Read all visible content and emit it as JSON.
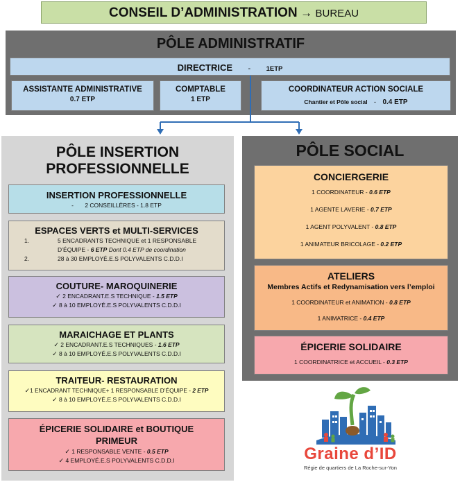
{
  "conseil": {
    "title": "CONSEIL D’ADMINISTRATION",
    "arrow": "→",
    "bureau": "BUREAU"
  },
  "admin": {
    "title": "PÔLE ADMINISTRATIF",
    "directrice": {
      "label": "DIRECTRICE",
      "dash": "-",
      "etp": "1ETP"
    },
    "assistante": {
      "label": "ASSISTANTE ADMINISTRATIVE",
      "etp": "0.7 ETP"
    },
    "comptable": {
      "label": "COMPTABLE",
      "etp": "1 ETP"
    },
    "coordinateur": {
      "label": "COORDINATEUR ACTION SOCIALE",
      "sub": "Chantier et Pôle social",
      "dash": "-",
      "etp": "0.4 ETP"
    }
  },
  "insertion": {
    "title_line1": "PÔLE INSERTION",
    "title_line2": "PROFESSIONNELLE",
    "ip": {
      "title": "INSERTION PROFESSIONNELLE",
      "dash": "-",
      "text": "2 CONSEILLÈRES - 1.8 ETP"
    },
    "ev": {
      "title": "ESPACES VERTS et MULTI-SERVICES",
      "item1_num": "1.",
      "item1_l1": "5 ENCADRANTS TECHNIQUE et 1 RESPONSABLE",
      "item1_l2a": "D’ÉQUIPE - ",
      "item1_l2b": "6 ETP",
      "item1_l2c": " Dont 0.4 ETP de coordination",
      "item2_num": "2.",
      "item2": "28 à 30 EMPLOYÉ.E.S POLYVALENTS C.D.D.I"
    },
    "couture": {
      "title": "COUTURE- MAROQUINERIE",
      "l1": "2 ENCADRANT.E.S TECHNIQUE - ",
      "l1_etp": "1.5 ETP",
      "l2": "8 à 10 EMPLOYÉ.E.S POLYVALENTS C.D.D.I"
    },
    "maraichage": {
      "title": "MARAICHAGE ET PLANTS",
      "l1": "2 ENCADRANT.E.S TECHNIQUES - ",
      "l1_etp": "1.6 ETP",
      "l2": "8 à 10 EMPLOYÉ.E.S POLYVALENTS C.D.D.I"
    },
    "traiteur": {
      "title": "TRAITEUR- RESTAURATION",
      "l1": "1 ENCADRANT TECHNIQUE+ 1 RESPONSABLE D’ÉQUIPE - ",
      "l1_etp": "2 ETP",
      "l2": "8 à 10 EMPLOYÉ.E.S POLYVALENTS C.D.D.I"
    },
    "epicerie": {
      "title_l1": "ÉPICERIE SOLIDAIRE et BOUTIQUE",
      "title_l2": "PRIMEUR",
      "l1": "1 RESPONSABLE VENTE - ",
      "l1_etp": "0.5 ETP",
      "l2": "4 EMPLOYÉ.E.S POLYVALENTS C.D.D.I"
    },
    "check": "✓"
  },
  "social": {
    "title": "PÔLE SOCIAL",
    "conciergerie": {
      "title": "CONCIERGERIE",
      "l1": "1 COORDINATEUR - ",
      "l1_etp": "0.6 ETP",
      "l2": "1 AGENTE LAVERIE - ",
      "l2_etp": "0.7 ETP",
      "l3": "1 AGENT POLYVALENT - ",
      "l3_etp": "0.8 ETP",
      "l4": "1 ANIMATEUR BRICOLAGE - ",
      "l4_etp": "0.2 ETP"
    },
    "ateliers": {
      "title": "ATELIERS",
      "subtitle": "Membres Actifs et Redynamisation vers l’emploi",
      "l1": "1 COORDINATEUR  et ANIMATION - ",
      "l1_etp": "0.8 ETP",
      "l2": "1 ANIMATRICE - ",
      "l2_etp": "0.4 ETP"
    },
    "epicerie": {
      "title": "ÉPICERIE SOLIDAIRE",
      "l1": "1 COORDINATRICE  et ACCUEIL - ",
      "l1_etp": "0.3 ETP"
    }
  },
  "logo": {
    "name": "Graine d’ID",
    "tagline": "Régie de quartiers de La Roche-sur-Yon"
  },
  "colors": {
    "green": "#c9dfa6",
    "grey_dark": "#6f6f6f",
    "grey_light": "#d6d6d6",
    "blue": "#bdd7ee",
    "cyan": "#b7dee8",
    "tan": "#e3dccb",
    "purple": "#cbc0df",
    "yellow": "#fefcc0",
    "pink": "#f7a8ad",
    "orange_light": "#fcd39e",
    "orange": "#f8b987",
    "logo_blue": "#2f6db5",
    "logo_red": "#e8473b",
    "logo_green": "#63a644"
  }
}
